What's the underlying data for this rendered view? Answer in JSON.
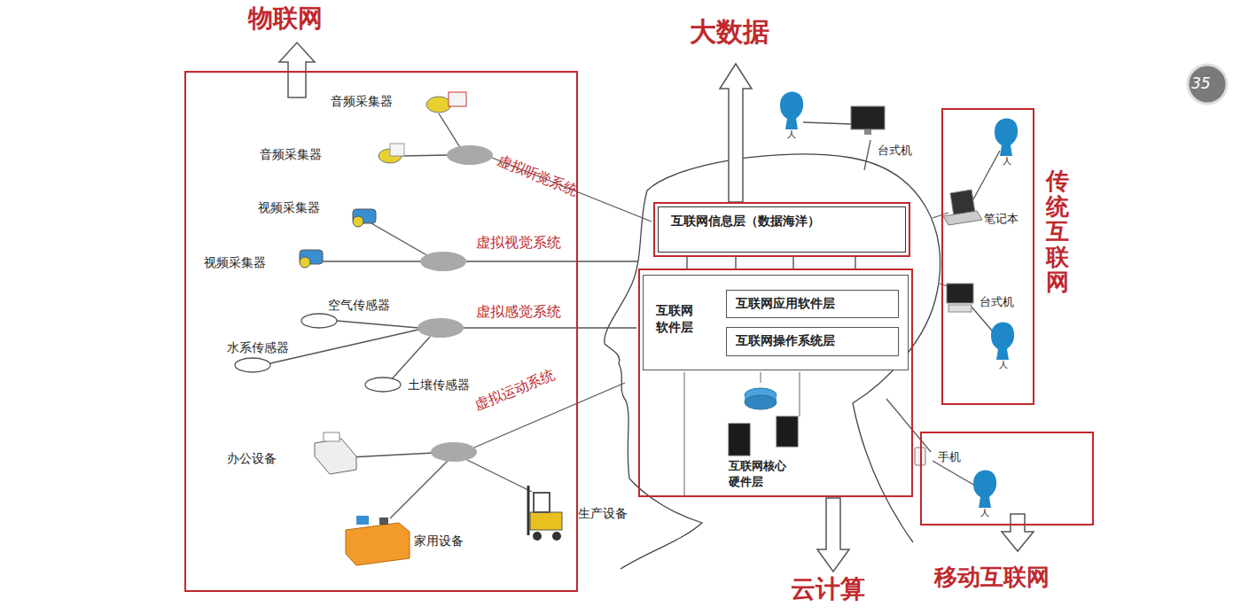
{
  "diagram": {
    "nodes": [
      {
        "text": [
          "物联网"
        ]
      },
      {
        "text": [
          "互联网信息层（数据海洋）"
        ]
      },
      {
        "text": [
          "互联网核心硬件层"
        ]
      },
      {
        "text": [
          "互联网软件层"
        ],
        "in": 2
      },
      {
        "text": [
          "互联网应用软件层"
        ],
        "in": 3
      },
      {
        "text": [
          "互联网操作系统层"
        ],
        "in": 3
      },
      {
        "text": [
          "传统互联网"
        ]
      },
      {
        "text": [
          "移动互联网"
        ]
      }
    ],
    "edges": [
      {
        "from": 1,
        "to": 2,
        "arrow": "none"
      },
      {
        "from": 1,
        "to": 2,
        "arrow": "none"
      },
      {
        "from": 1,
        "to": 2,
        "arrow": "none"
      },
      {
        "from": 1,
        "to": 2,
        "arrow": "none"
      }
    ],
    "labels": [
      "音频采集器",
      "音频采集器",
      "视频采集器",
      "视频采集器",
      "空气传感器",
      "水系传感器",
      "土壤传感器",
      "办公设备",
      "家用设备",
      "生产设备",
      "虚拟听觉系统",
      "虚拟视觉系统",
      "虚拟感觉系统",
      "虚拟运动系统",
      "大数据",
      "云计算",
      "台式机",
      "人",
      "人",
      "笔记本",
      "台式机",
      "人",
      "手机",
      "人",
      "35"
    ]
  }
}
